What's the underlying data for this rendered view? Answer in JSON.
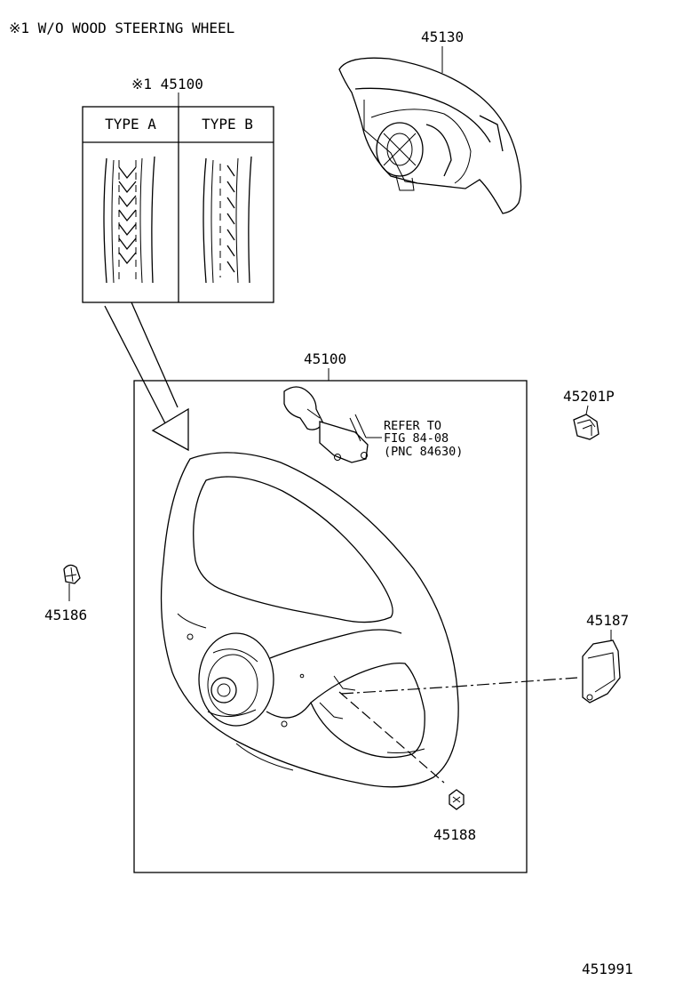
{
  "note": "※1 W/O WOOD STEERING WHEEL",
  "inset": {
    "callout": "※1 45100",
    "col_a": "TYPE A",
    "col_b": "TYPE B"
  },
  "parts": {
    "p45130": "45130",
    "p45100": "45100",
    "p45201p": "45201P",
    "p45186": "45186",
    "p45187": "45187",
    "p45188": "45188"
  },
  "refer": {
    "line1": "REFER TO",
    "line2": "FIG 84-08",
    "line3": "(PNC 84630)"
  },
  "figure_id": "451991"
}
